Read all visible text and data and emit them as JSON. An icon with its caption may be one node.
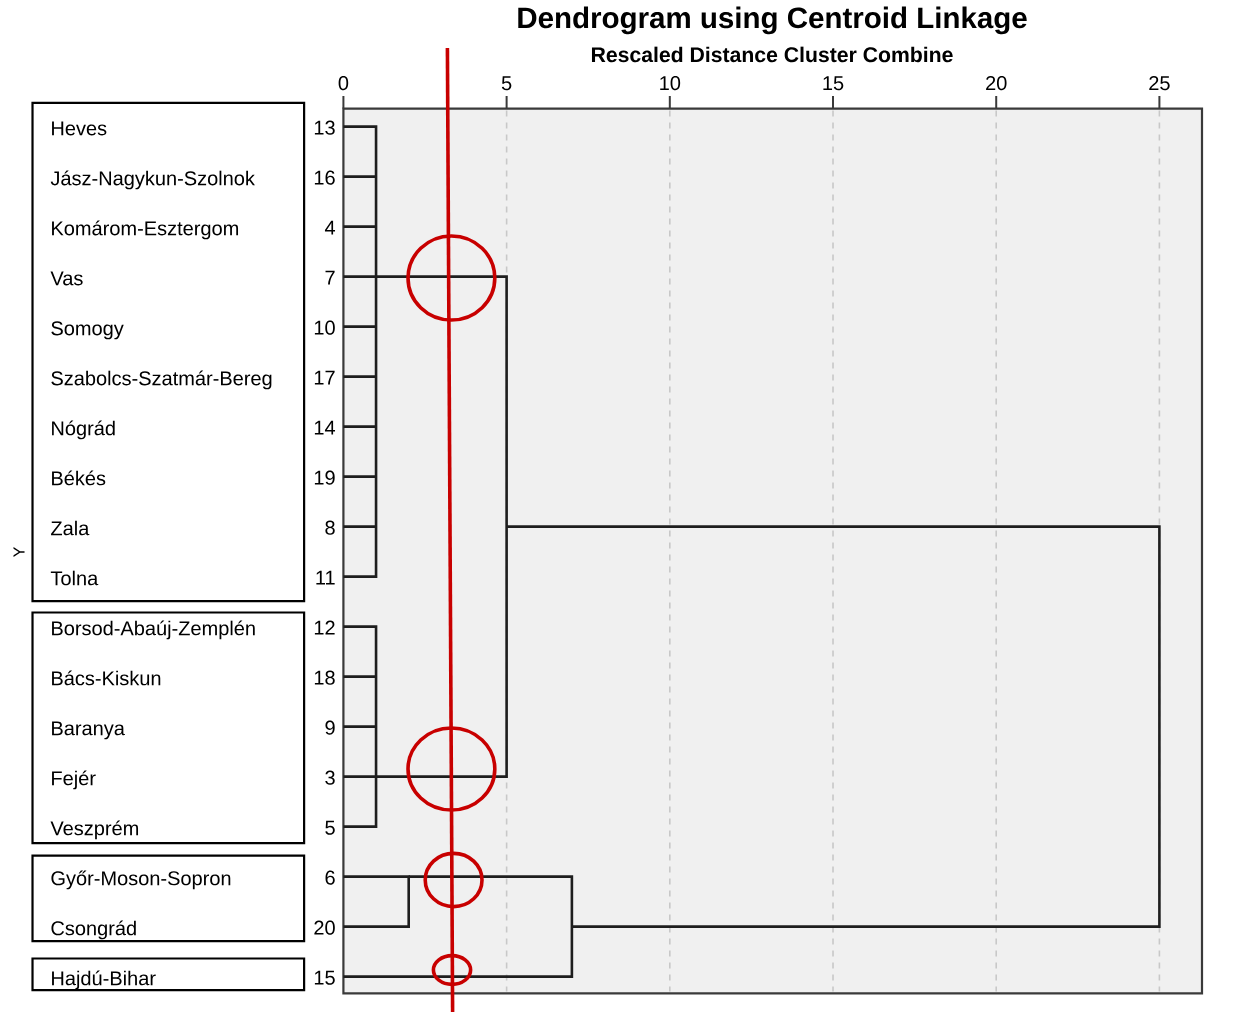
{
  "diagram": {
    "title": "Dendrogram using Centroid Linkage",
    "nodes": [
      {
        "text": [
          "Heves",
          "Jász-Nagykun-Szolnok",
          "Komárom-Esztergom",
          "Vas",
          "Somogy",
          "Szabolcs-Szatmár-Bereg",
          "Nógrád",
          "Békés",
          "Zala",
          "Tolna"
        ]
      },
      {
        "text": [
          "Borsod-Abaúj-Zemplén",
          "Bács-Kiskun",
          "Baranya",
          "Fejér",
          "Veszprém"
        ]
      },
      {
        "text": [
          "Győr-Moson-Sopron",
          "Csongrád"
        ]
      },
      {
        "text": [
          "Hajdú-Bihar"
        ]
      }
    ],
    "labels": [
      "Rescaled Distance Cluster Combine",
      "0",
      "5",
      "10",
      "15",
      "20",
      "25",
      "13",
      "16",
      "4",
      "7",
      "10",
      "17",
      "14",
      "19",
      "8",
      "11",
      "12",
      "18",
      "9",
      "3",
      "5",
      "6",
      "20",
      "15",
      "Y"
    ]
  }
}
